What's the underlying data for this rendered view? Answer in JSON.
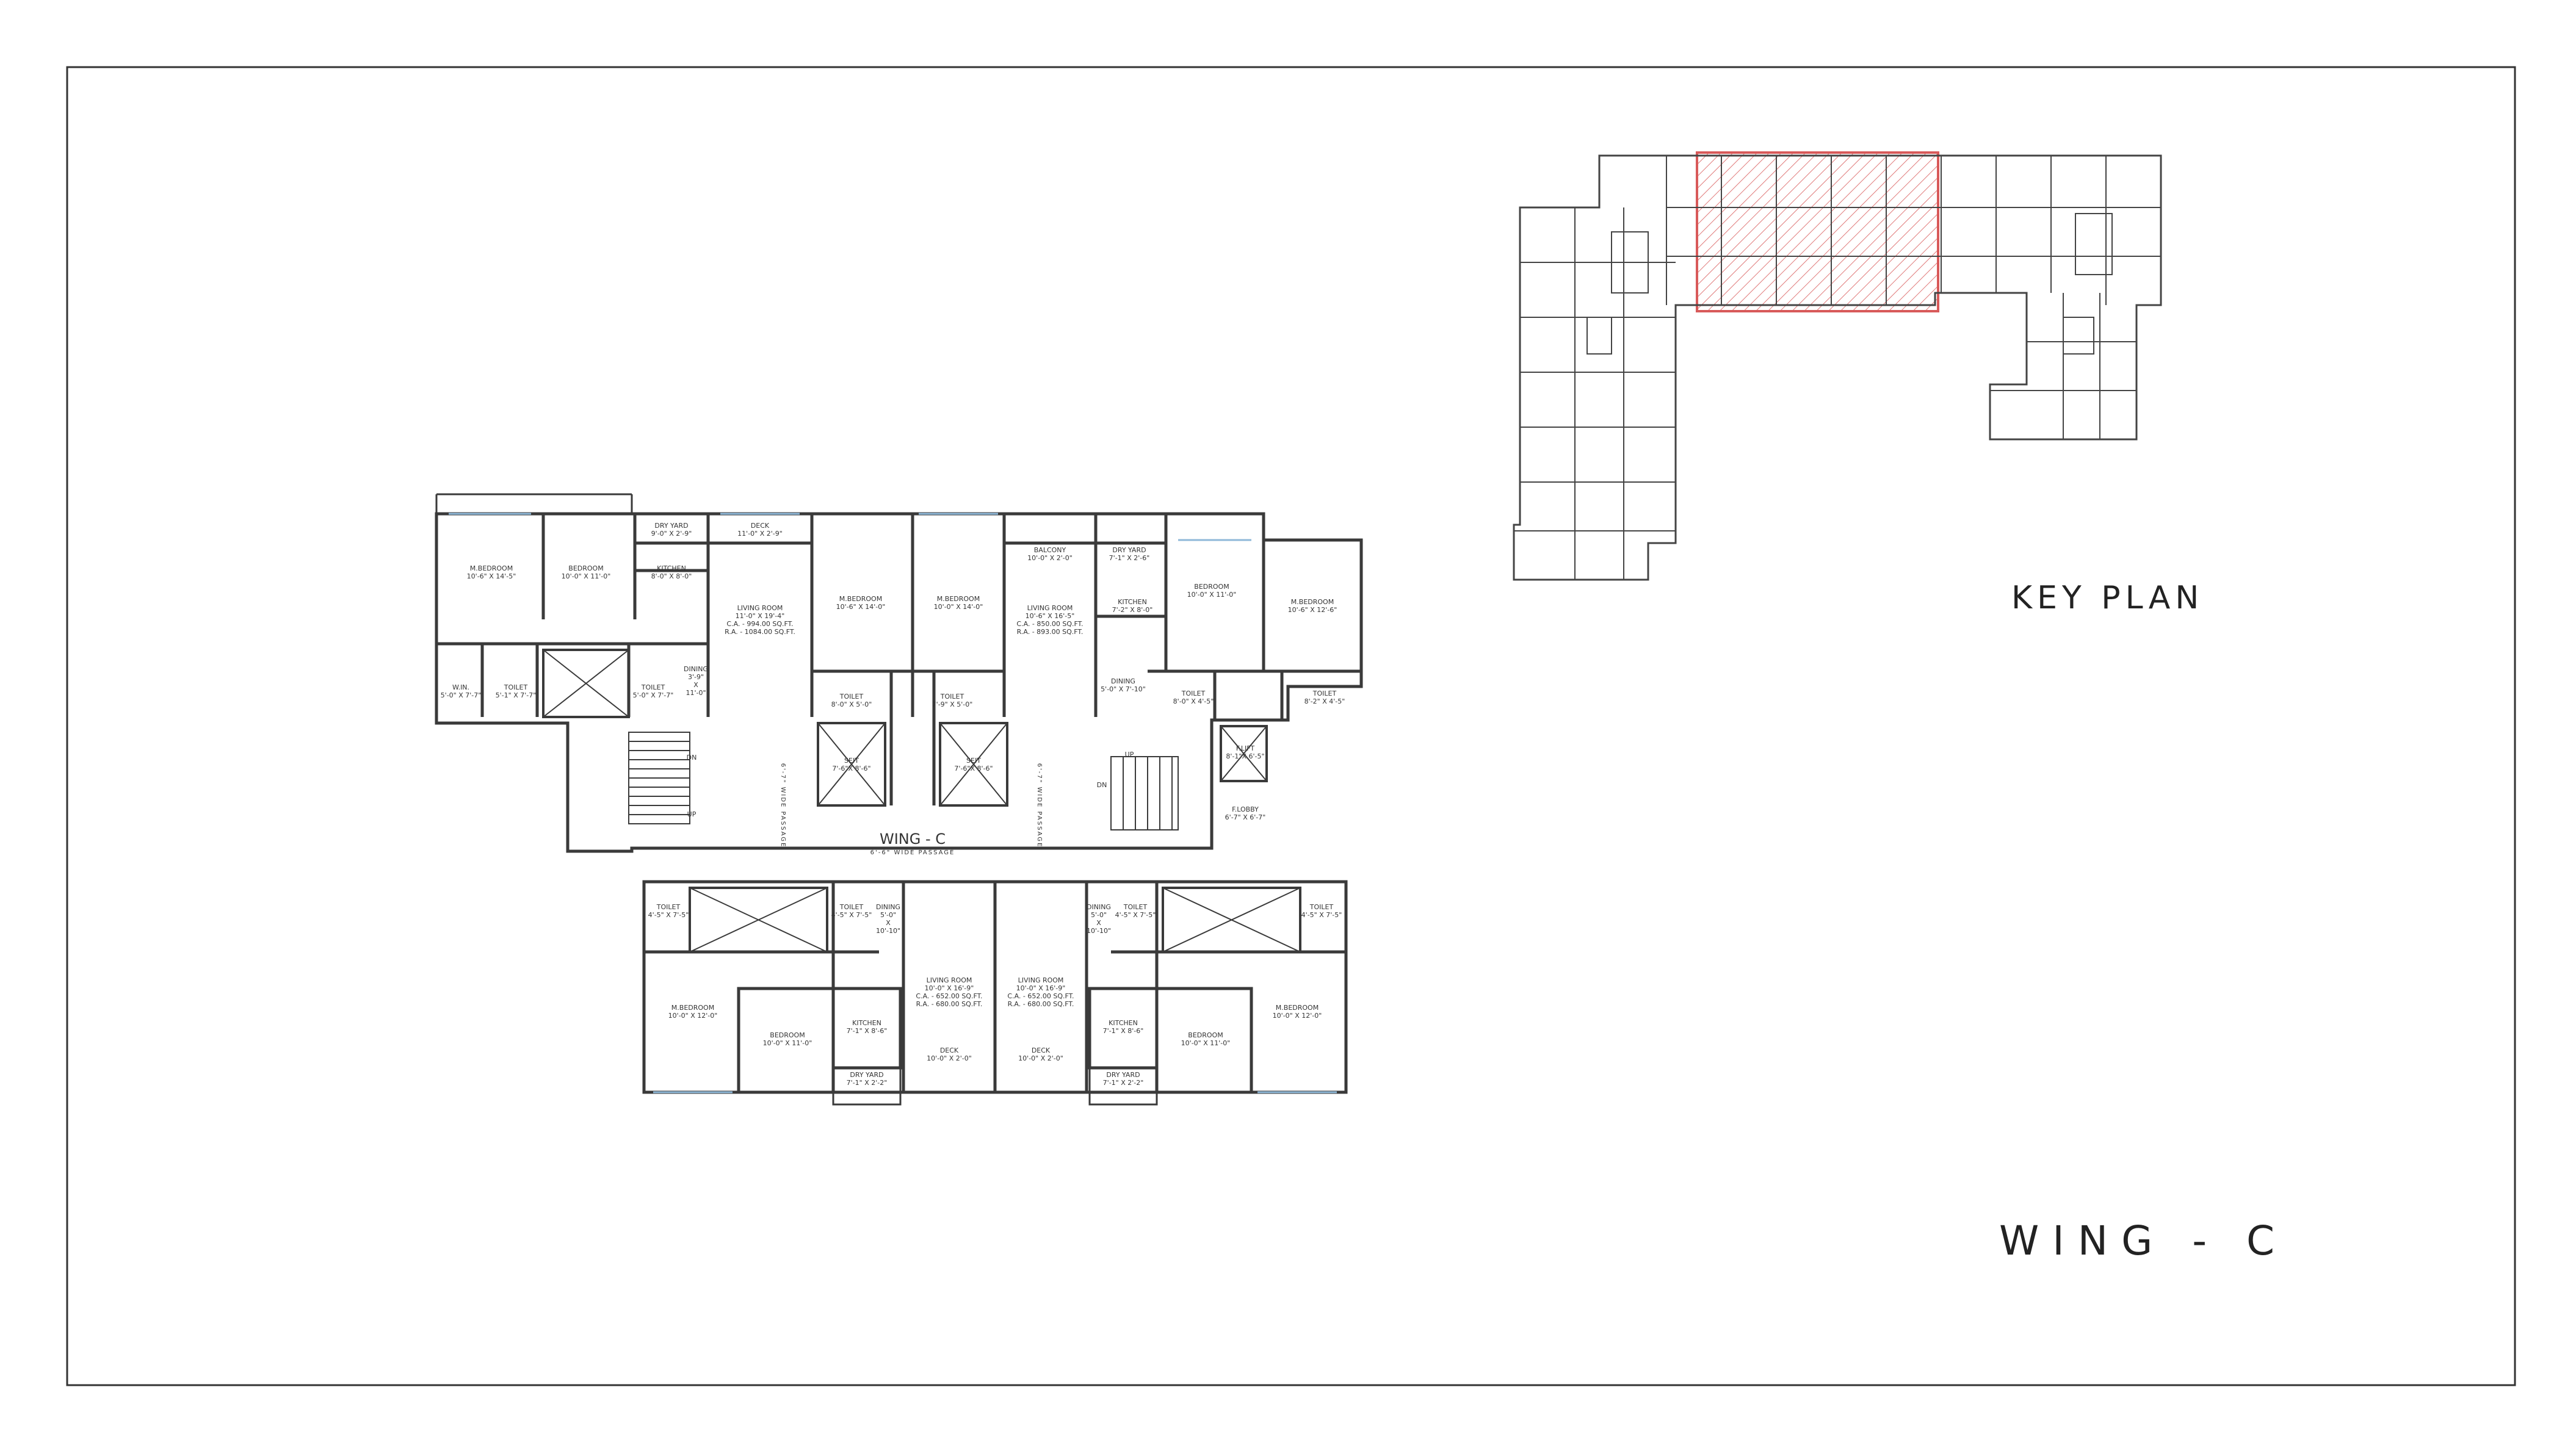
{
  "sheet": {
    "key_plan_title": "KEY PLAN",
    "wing_title": "WING - C"
  },
  "plan": {
    "wing_label": "WING - C",
    "wing_passage": "6'-6\" WIDE PASSAGE",
    "left_passage": "6'-7\" WIDE PASSAGE",
    "right_passage": "6'-7\" WIDE PASSAGE",
    "stair_left_dn": "DN",
    "stair_left_up": "UP",
    "stair_right_up": "UP",
    "stair_right_dn": "DN",
    "rooms": {
      "r1_mbed": [
        "M.BEDROOM",
        "10'-6\" X 14'-5\""
      ],
      "r1_bed": [
        "BEDROOM",
        "10'-0\" X 11'-0\""
      ],
      "r1_dry": [
        "DRY YARD",
        "9'-0\" X 2'-9\""
      ],
      "r1_deck": [
        "DECK",
        "11'-0\" X 2'-9\""
      ],
      "r1_kitchen": [
        "KITCHEN",
        "8'-0\" X 8'-0\""
      ],
      "r1_living": [
        "LIVING ROOM",
        "11'-0\" X 19'-4\"",
        "C.A. - 994.00 SQ.FT.",
        "R.A. - 1084.00 SQ.FT."
      ],
      "r1_dining": [
        "DINING",
        "3'-9\"",
        "X",
        "11'-0\""
      ],
      "r1_wi": [
        "W.IN.",
        "5'-0\" X 7'-7\""
      ],
      "r1_toilet1": [
        "TOILET",
        "5'-1\" X 7'-7\""
      ],
      "r1_toilet2": [
        "TOILET",
        "5'-0\" X 7'-7\""
      ],
      "r2_mbed": [
        "M.BEDROOM",
        "10'-6\" X 14'-0\""
      ],
      "r3_mbed": [
        "M.BEDROOM",
        "10'-0\" X 14'-0\""
      ],
      "r3_balcony": [
        "BALCONY",
        "10'-0\" X 2'-0\""
      ],
      "r3_dry": [
        "DRY YARD",
        "7'-1\" X 2'-6\""
      ],
      "r3_living": [
        "LIVING ROOM",
        "10'-6\" X 16'-5\"",
        "C.A. - 850.00 SQ.FT.",
        "R.A. - 893.00 SQ.FT."
      ],
      "r3_kitchen": [
        "KITCHEN",
        "7'-2\" X 8'-0\""
      ],
      "r3_bed": [
        "BEDROOM",
        "10'-0\" X 11'-0\""
      ],
      "r3_mbed2": [
        "M.BEDROOM",
        "10'-6\" X 12'-6\""
      ],
      "r3_dining": [
        "DINING",
        "5'-0\" X 7'-10\""
      ],
      "t_c1": [
        "TOILET",
        "8'-0\" X 5'-0\""
      ],
      "t_c2": [
        "TOILET",
        "7'-9\" X 5'-0\""
      ],
      "t_r1": [
        "TOILET",
        "8'-0\" X 4'-5\""
      ],
      "t_r2": [
        "TOILET",
        "8'-2\" X 4'-5\""
      ],
      "lift1": [
        "SEIT",
        "7'-6\"X 8'-6\""
      ],
      "lift2": [
        "SEIT",
        "7'-6\"X 8'-6\""
      ],
      "flift": [
        "F.LIFT",
        "8'-1\"X 6'-5\""
      ],
      "flobby": [
        "F.LOBBY",
        "6'-7\" X 6'-7\""
      ],
      "b_toilet1": [
        "TOILET",
        "4'-5\" X 7'-5\""
      ],
      "b_toilet2": [
        "TOILET",
        "4'-5\" X 7'-5\""
      ],
      "b_dining1": [
        "DINING",
        "5'-0\"",
        "X",
        "10'-10\""
      ],
      "b_dining2": [
        "DINING",
        "5'-0\"",
        "X",
        "10'-10\""
      ],
      "b_toilet3": [
        "TOILET",
        "4'-5\" X 7'-5\""
      ],
      "b_toilet4": [
        "TOILET",
        "4'-5\" X 7'-5\""
      ],
      "b_mbed1": [
        "M.BEDROOM",
        "10'-0\" X 12'-0\""
      ],
      "b_bed1": [
        "BEDROOM",
        "10'-0\" X 11'-0\""
      ],
      "b_kitchen1": [
        "KITCHEN",
        "7'-1\" X 8'-6\""
      ],
      "b_living1": [
        "LIVING ROOM",
        "10'-0\" X 16'-9\"",
        "C.A. - 652.00 SQ.FT.",
        "R.A. - 680.00 SQ.FT."
      ],
      "b_living2": [
        "LIVING ROOM",
        "10'-0\" X 16'-9\"",
        "C.A. - 652.00 SQ.FT.",
        "R.A. - 680.00 SQ.FT."
      ],
      "b_kitchen2": [
        "KITCHEN",
        "7'-1\" X 8'-6\""
      ],
      "b_bed2": [
        "BEDROOM",
        "10'-0\" X 11'-0\""
      ],
      "b_mbed2": [
        "M.BEDROOM",
        "10'-0\" X 12'-0\""
      ],
      "b_deck1": [
        "DECK",
        "10'-0\" X 2'-0\""
      ],
      "b_deck2": [
        "DECK",
        "10'-0\" X 2'-0\""
      ],
      "b_dry1": [
        "DRY YARD",
        "7'-1\" X 2'-2\""
      ],
      "b_dry2": [
        "DRY YARD",
        "7'-1\" X 2'-2\""
      ]
    }
  },
  "colors": {
    "line": "#3a3a3a",
    "wall": "#555555",
    "window": "#8fb8d8",
    "highlight": "#d85a5a"
  }
}
